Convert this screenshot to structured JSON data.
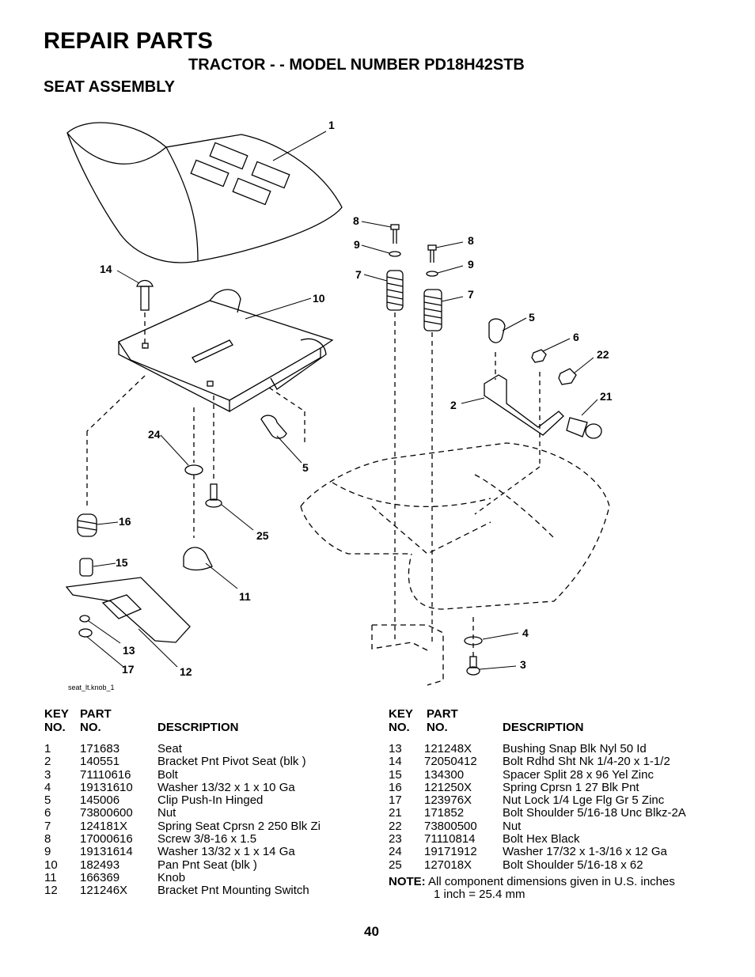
{
  "header": {
    "title": "REPAIR PARTS",
    "subtitle": "TRACTOR - - MODEL NUMBER PD18H42STB",
    "section": "SEAT ASSEMBLY"
  },
  "diagram": {
    "figure_id": "seat_lt.knob_1",
    "callouts": [
      "1",
      "8",
      "9",
      "7",
      "8",
      "9",
      "7",
      "14",
      "10",
      "5",
      "6",
      "22",
      "2",
      "21",
      "24",
      "5",
      "16",
      "25",
      "15",
      "11",
      "4",
      "13",
      "17",
      "12",
      "3"
    ]
  },
  "table": {
    "headers": {
      "key_line1": "KEY",
      "key_line2": "NO.",
      "part_line1": "PART",
      "part_line2": "NO.",
      "description": "DESCRIPTION"
    },
    "left_rows": [
      {
        "key": "1",
        "part": "171683",
        "desc": "Seat"
      },
      {
        "key": "2",
        "part": "140551",
        "desc": "Bracket Pnt Pivot Seat (blk )"
      },
      {
        "key": "3",
        "part": "71110616",
        "desc": "Bolt"
      },
      {
        "key": "4",
        "part": "19131610",
        "desc": "Washer 13/32 x 1 x 10 Ga"
      },
      {
        "key": "5",
        "part": "145006",
        "desc": "Clip Push-In Hinged"
      },
      {
        "key": "6",
        "part": "73800600",
        "desc": "Nut"
      },
      {
        "key": "7",
        "part": "124181X",
        "desc": "Spring Seat Cprsn 2 250 Blk Zi"
      },
      {
        "key": "8",
        "part": "17000616",
        "desc": "Screw  3/8-16 x 1.5"
      },
      {
        "key": "9",
        "part": "19131614",
        "desc": "Washer 13/32 x 1 x 14 Ga"
      },
      {
        "key": "10",
        "part": "182493",
        "desc": "Pan Pnt Seat (blk )"
      },
      {
        "key": "11",
        "part": "166369",
        "desc": "Knob"
      },
      {
        "key": "12",
        "part": "121246X",
        "desc": "Bracket Pnt Mounting Switch"
      }
    ],
    "right_rows": [
      {
        "key": "13",
        "part": "121248X",
        "desc": "Bushing Snap Blk Nyl  50 Id"
      },
      {
        "key": "14",
        "part": "72050412",
        "desc": "Bolt Rdhd Sht Nk 1/4-20 x 1-1/2"
      },
      {
        "key": "15",
        "part": "134300",
        "desc": "Spacer Split  28 x 96 Yel Zinc"
      },
      {
        "key": "16",
        "part": "121250X",
        "desc": "Spring Cprsn 1 27 Blk Pnt"
      },
      {
        "key": "17",
        "part": "123976X",
        "desc": "Nut Lock 1/4 Lge Flg Gr 5 Zinc"
      },
      {
        "key": "21",
        "part": "171852",
        "desc": "Bolt Shoulder 5/16-18 Unc Blkz-2A"
      },
      {
        "key": "22",
        "part": "73800500",
        "desc": "Nut"
      },
      {
        "key": "23",
        "part": "71110814",
        "desc": "Bolt Hex Black"
      },
      {
        "key": "24",
        "part": "19171912",
        "desc": "Washer 17/32 x 1-3/16 x 12 Ga"
      },
      {
        "key": "25",
        "part": "127018X",
        "desc": "Bolt Shoulder 5/16-18 x 62"
      }
    ],
    "note": {
      "label": "NOTE:",
      "line1": "All component dimensions given in U.S. inches",
      "line2": "1 inch = 25.4 mm"
    }
  },
  "footer": {
    "page_number": "40"
  }
}
